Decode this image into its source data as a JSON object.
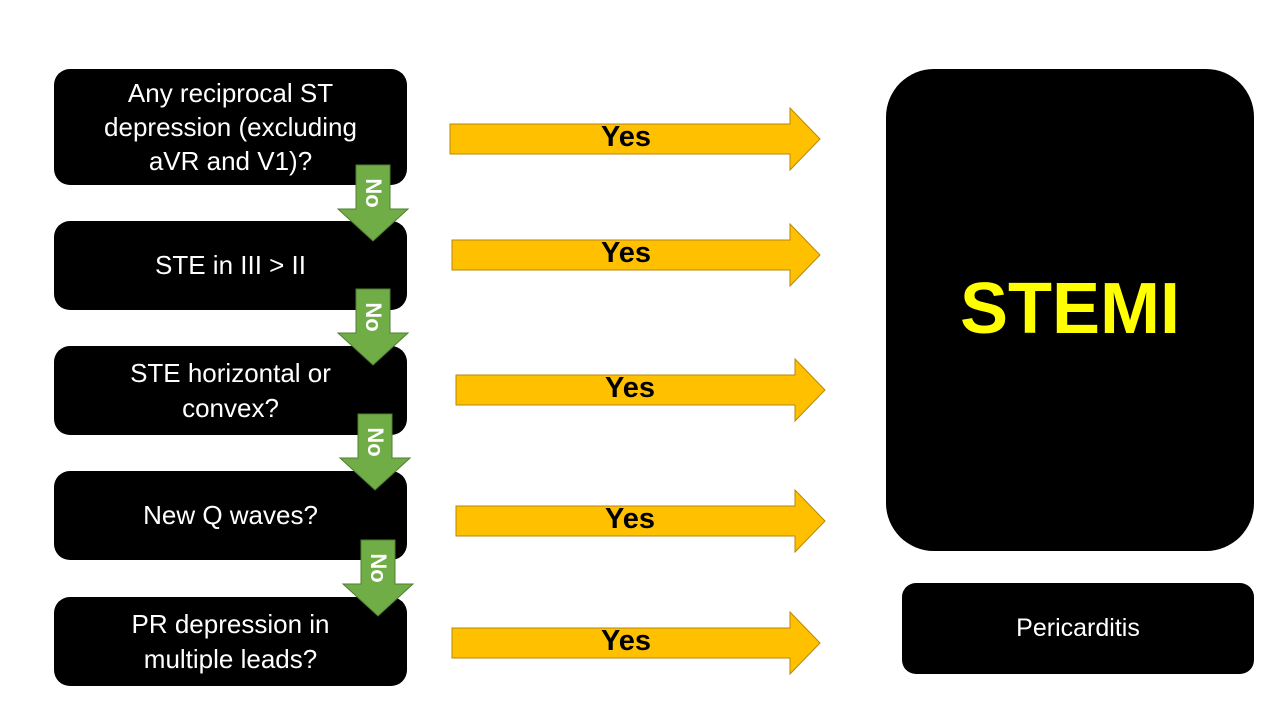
{
  "questions": [
    "Any reciprocal  ST\ndepression (excluding\naVR and V1)?",
    "STE in III > II",
    "STE horizontal or\nconvex?",
    "New Q waves?",
    "PR depression in\nmultiple leads?"
  ],
  "yes_label": "Yes",
  "no_label": "No",
  "outcomes": {
    "stemi": "STEMI",
    "pericarditis": "Pericarditis"
  },
  "colors": {
    "box": "#000000",
    "yes_arrow": "#ffc000",
    "no_arrow": "#70ad47",
    "stemi_text": "#ffff00"
  }
}
